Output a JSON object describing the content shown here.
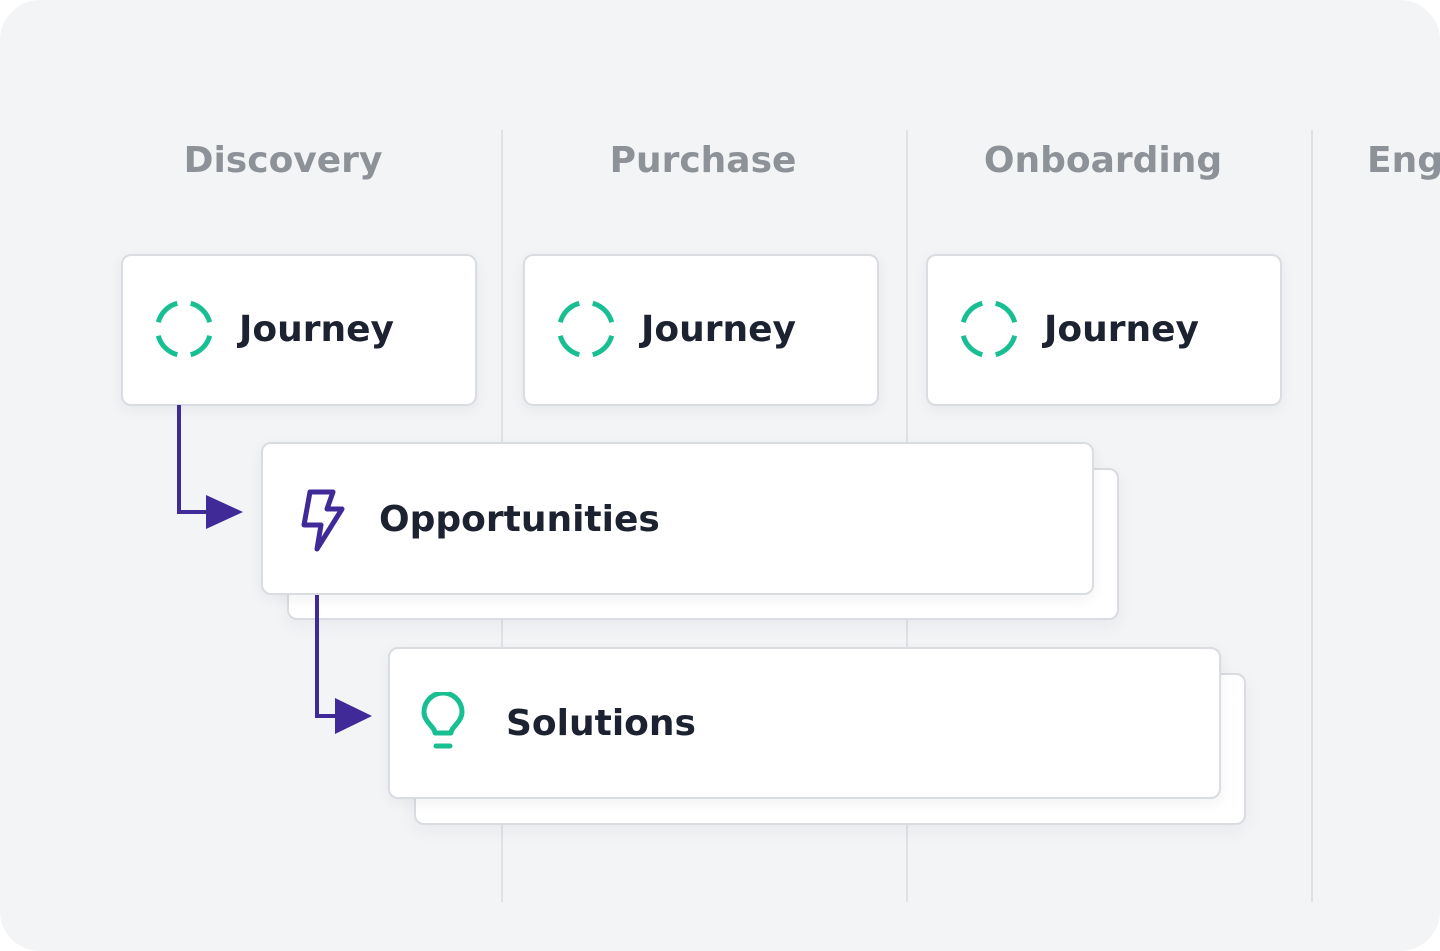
{
  "stages": [
    {
      "label": "Discovery"
    },
    {
      "label": "Purchase"
    },
    {
      "label": "Onboarding"
    },
    {
      "label": "Eng"
    }
  ],
  "journey_cards": [
    {
      "label": "Journey",
      "icon": "progress-ring-icon"
    },
    {
      "label": "Journey",
      "icon": "progress-ring-icon"
    },
    {
      "label": "Journey",
      "icon": "progress-ring-icon"
    }
  ],
  "opportunities_card": {
    "label": "Opportunities",
    "icon": "lightning-bolt-icon"
  },
  "solutions_card": {
    "label": "Solutions",
    "icon": "lightbulb-icon"
  },
  "colors": {
    "accent_green": "#17bf93",
    "accent_purple": "#3f2a98",
    "stage_label": "#8d9298",
    "card_text": "#1d2230"
  }
}
